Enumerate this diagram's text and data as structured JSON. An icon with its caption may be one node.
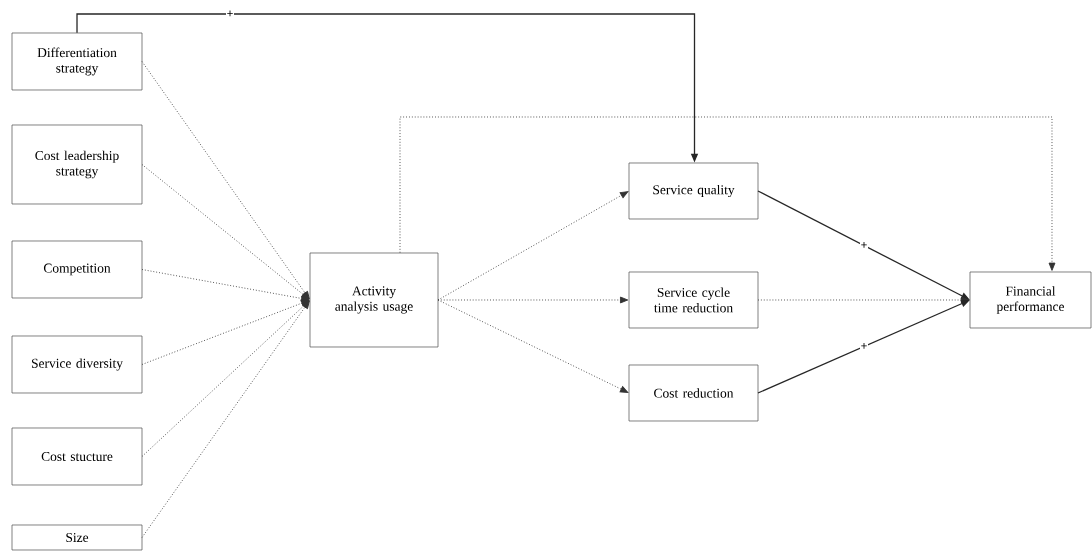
{
  "diagram": {
    "nodes": [
      {
        "text": [
          "Differentiation strategy"
        ]
      },
      {
        "text": [
          "Cost leadership strategy"
        ]
      },
      {
        "text": [
          "Competition"
        ]
      },
      {
        "text": [
          "Service diversity"
        ]
      },
      {
        "text": [
          "Cost stucture"
        ]
      },
      {
        "text": [
          "Size"
        ]
      },
      {
        "text": [
          "Activity analysis usage"
        ]
      },
      {
        "text": [
          "Service quality"
        ]
      },
      {
        "text": [
          "Service cycle time reduction"
        ]
      },
      {
        "text": [
          "Cost reduction"
        ]
      },
      {
        "text": [
          "Financial performance"
        ]
      }
    ],
    "edges": [
      {
        "from": 0,
        "to": 6,
        "arrow": "to",
        "style": "dashed"
      },
      {
        "from": 1,
        "to": 6,
        "arrow": "to",
        "style": "dashed"
      },
      {
        "from": 2,
        "to": 6,
        "arrow": "to",
        "style": "dashed"
      },
      {
        "from": 3,
        "to": 6,
        "arrow": "to",
        "style": "dashed"
      },
      {
        "from": 4,
        "to": 6,
        "arrow": "to",
        "style": "dashed"
      },
      {
        "from": 5,
        "to": 6,
        "arrow": "to",
        "style": "dashed"
      },
      {
        "from": 0,
        "to": 7,
        "arrow": "to",
        "label": "+"
      },
      {
        "from": 6,
        "to": 10,
        "arrow": "to",
        "style": "dashed"
      },
      {
        "from": 6,
        "to": 7,
        "arrow": "to",
        "style": "dashed"
      },
      {
        "from": 6,
        "to": 8,
        "arrow": "to",
        "style": "dashed"
      },
      {
        "from": 6,
        "to": 9,
        "arrow": "to",
        "style": "dashed"
      },
      {
        "from": 7,
        "to": 10,
        "arrow": "to",
        "label": "+"
      },
      {
        "from": 8,
        "to": 10,
        "arrow": "to",
        "style": "dashed"
      },
      {
        "from": 9,
        "to": 10,
        "arrow": "to",
        "label": "+"
      }
    ]
  }
}
